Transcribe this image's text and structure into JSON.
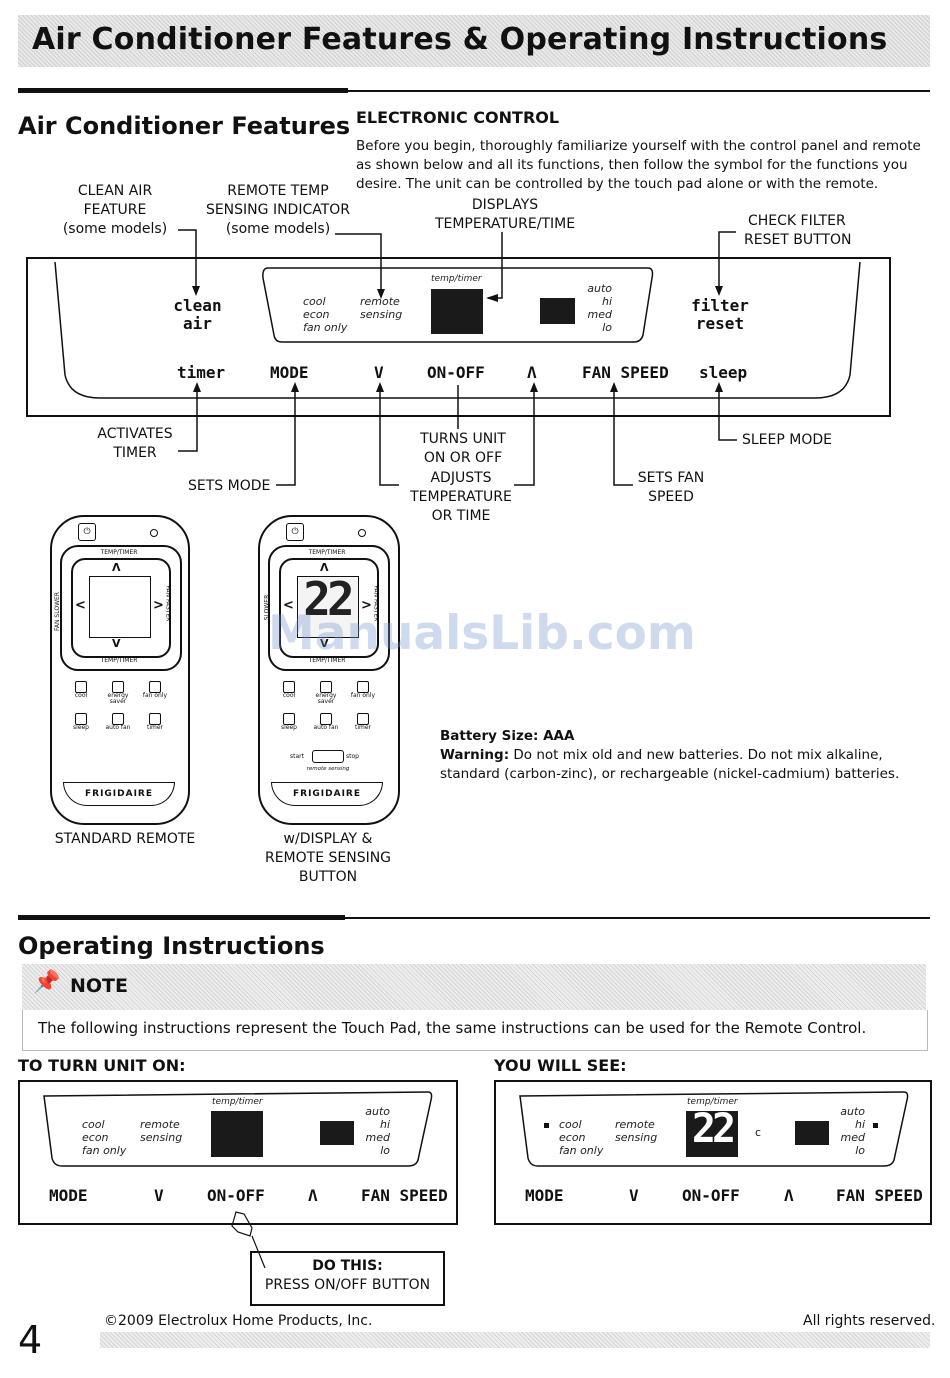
{
  "header": {
    "title": "Air Conditioner Features & Operating Instructions"
  },
  "features": {
    "heading": "Air Conditioner Features",
    "subheading": "ELECTRONIC CONTROL",
    "intro": "Before you begin, thoroughly familiarize yourself with the control panel and remote as shown below and all its functions, then follow the symbol for the functions you desire. The unit can be controlled by the touch pad alone or with the remote.",
    "callouts": {
      "clean_air": [
        "CLEAN AIR",
        "FEATURE",
        "(some models)"
      ],
      "remote_temp": [
        "REMOTE TEMP",
        "SENSING INDICATOR",
        "(some models)"
      ],
      "displays": [
        "DISPLAYS",
        "TEMPERATURE/TIME"
      ],
      "check_filter": [
        "CHECK FILTER",
        "RESET BUTTON"
      ],
      "activates_timer": [
        "ACTIVATES",
        "TIMER"
      ],
      "sets_mode": "SETS MODE",
      "turns_unit": [
        "TURNS UNIT",
        "ON OR OFF"
      ],
      "adjusts": [
        "ADJUSTS",
        "TEMPERATURE",
        "OR TIME"
      ],
      "sets_fan": [
        "SETS FAN",
        "SPEED"
      ],
      "sleep_mode": "SLEEP MODE"
    },
    "panel": {
      "clean_air": [
        "clean",
        "air"
      ],
      "filter_reset": [
        "filter",
        "reset"
      ],
      "modes_left": [
        "cool",
        "econ",
        "fan only"
      ],
      "modes_mid": [
        "remote",
        "sensing"
      ],
      "temp_timer": "temp/timer",
      "fan_levels": [
        "auto",
        "hi",
        "med",
        "lo"
      ],
      "buttons": {
        "timer": "timer",
        "mode": "MODE",
        "down": "V",
        "onoff": "ON-OFF",
        "up": "Λ",
        "fan_speed": "FAN SPEED",
        "sleep": "sleep"
      }
    },
    "remotes": {
      "temp_timer": "TEMP/TIMER",
      "fan_slower": "FAN SLOWER",
      "slower": "SLOWER",
      "fan_faster": "FAN FASTER",
      "up": "Λ",
      "down": "V",
      "left": "<",
      "right": ">",
      "display_value": "22",
      "keys_row1": [
        "cool",
        "energy saver",
        "fan only"
      ],
      "keys_row2": [
        "sleep",
        "auto fan",
        "timer"
      ],
      "start": "start",
      "stop": "stop",
      "remote_sensing": "remote sensing",
      "brand": "FRIGIDAIRE",
      "standard_caption": "STANDARD REMOTE",
      "display_caption": [
        "w/DISPLAY &",
        "REMOTE SENSING",
        "BUTTON"
      ]
    },
    "battery": {
      "size_label": "Battery Size: AAA",
      "warning_label": "Warning:",
      "warning_text": "Do not mix old and new batteries. Do not mix alkaline, standard (carbon-zinc), or rechargeable (nickel-cadmium) batteries."
    },
    "watermark": "ManualsLib.com"
  },
  "operating": {
    "heading": "Operating Instructions",
    "note_label": "NOTE",
    "note_text": "The following instructions represent the Touch Pad, the same instructions can be used for the Remote Control.",
    "turn_on_heading": "TO TURN UNIT ON:",
    "you_will_see_heading": "YOU WILL SEE:",
    "display_value": "22",
    "unit_letter": "c",
    "do_this_title": "DO THIS:",
    "do_this_text": "PRESS ON/OFF BUTTON"
  },
  "footer": {
    "page_number": "4",
    "copyright": "©2009 Electrolux Home Products, Inc.",
    "rights": "All rights reserved."
  }
}
